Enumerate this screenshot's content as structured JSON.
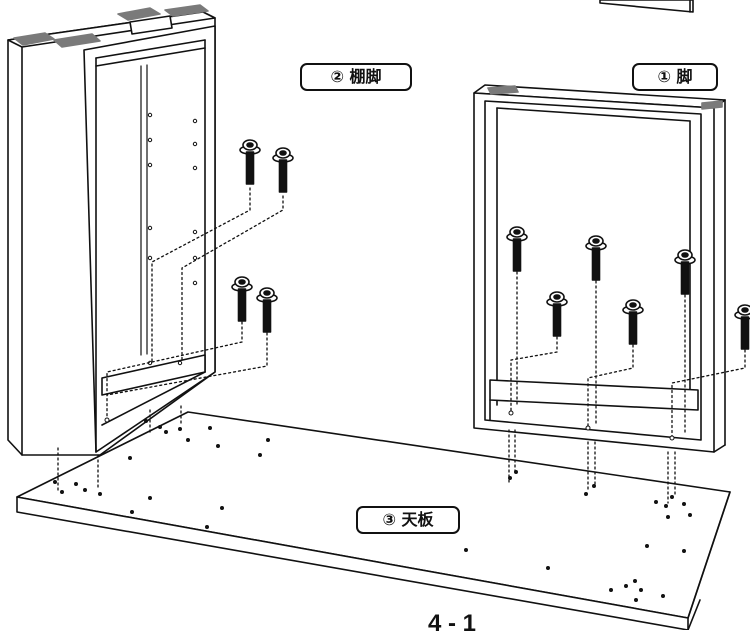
{
  "labels": {
    "shelf_leg": "② 棚脚",
    "leg": "① 脚",
    "top_board": "③ 天板"
  },
  "page_number": "4 - 1",
  "colors": {
    "line": "#111111",
    "cap": "#7a7a7a",
    "background": "#ffffff"
  },
  "parts": [
    {
      "id": "shelf-leg",
      "label_key": "shelf_leg",
      "screws": 4
    },
    {
      "id": "leg",
      "label_key": "leg",
      "screws": 6
    },
    {
      "id": "top-board",
      "label_key": "top_board"
    }
  ]
}
